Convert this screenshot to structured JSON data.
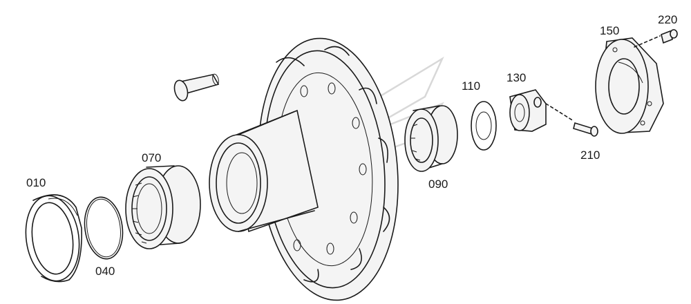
{
  "labels": {
    "p010": "010",
    "p040": "040",
    "p070": "070",
    "p090": "090",
    "p110": "110",
    "p130": "130",
    "p150": "150",
    "p210": "210",
    "p220": "220"
  }
}
